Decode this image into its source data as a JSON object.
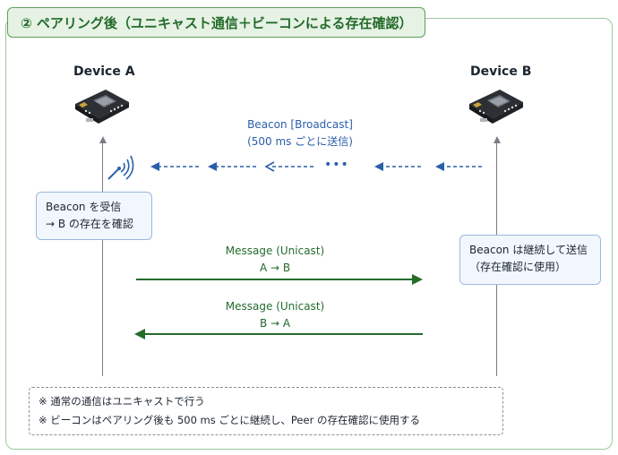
{
  "title": "② ペアリング後（ユニキャスト通信＋ビーコンによる存在確認）",
  "device_a": {
    "label": "Device A"
  },
  "device_b": {
    "label": "Device B"
  },
  "beacon": {
    "line1": "Beacon [Broadcast]",
    "line2": "(500 ms ごとに送信)",
    "dots": "•••"
  },
  "note_a": {
    "line1": "Beacon を受信",
    "line2": "→ B の存在を確認"
  },
  "note_b": {
    "line1": "Beacon は継続して送信",
    "line2": "（存在確認に使用）"
  },
  "message_ab": {
    "line1": "Message (Unicast)",
    "line2": "A → B"
  },
  "message_ba": {
    "line1": "Message (Unicast)",
    "line2": "B → A"
  },
  "footer": {
    "line1": "※ 通常の通信はユニキャストで行う",
    "line2": "※ ビーコンはペアリング後も 500 ms ごとに継続し、Peer の存在確認に使用する"
  },
  "colors": {
    "green": "#246b2c",
    "blue": "#2a5fa8",
    "frame": "#9cc79c"
  }
}
